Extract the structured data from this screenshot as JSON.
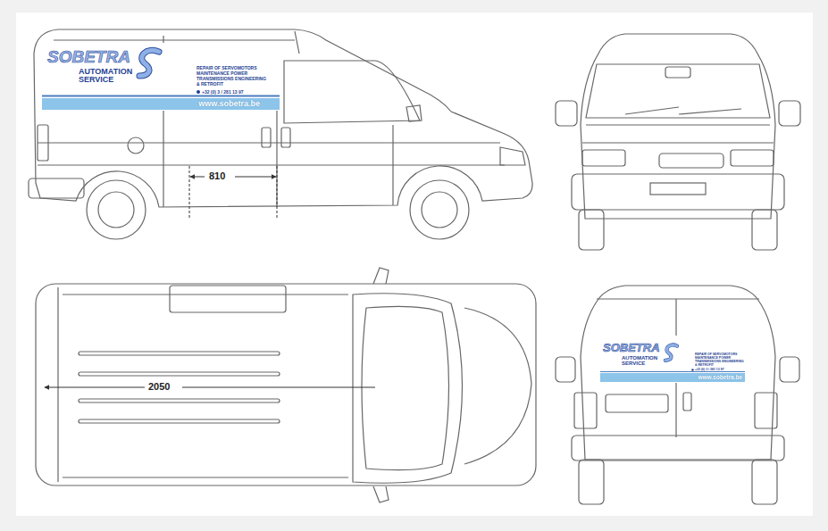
{
  "diagram": {
    "nodes": [
      {
        "text": [
          "www.sobetra.be"
        ]
      },
      {
        "text": [
          "www.sobetra.be"
        ]
      }
    ],
    "labels": [
      "SOBETRA",
      "AUTOMATION SERVICE",
      "REPAIR OF SERVOMOTORS MAINTENANCE POWER TRANSMISSIONS ENGINEERING & RETROFIT",
      "+32 (0) 3 / 281 13 97",
      "810",
      "2050",
      "SOBETRA",
      "AUTOMATION SERVICE",
      "REPAIR OF SERVOMOTORS MAINTENANCE POWER TRANSMISSIONS ENGINEERING & RETROFIT",
      "+32 (0) 3 / 281 13 97"
    ]
  }
}
